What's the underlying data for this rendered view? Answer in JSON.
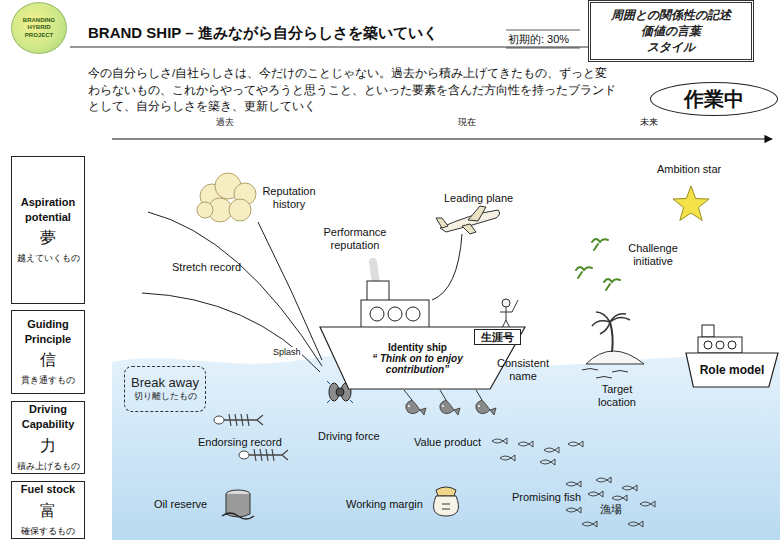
{
  "diagram": {
    "title": "BRAND SHIP – 進みながら自分らしさを築いていく",
    "nodes": [
      {
        "text": [
          "BRANDING HYBRID PROJECT"
        ]
      },
      {
        "text": [
          "周囲との関係性の記述 価値の言葉 スタイル"
        ]
      },
      {
        "text": [
          "作業中"
        ]
      },
      {
        "text": [
          "Aspiration potential",
          "夢",
          "越えていくもの"
        ]
      },
      {
        "text": [
          "Guiding Principle",
          "信",
          "貫き通すもの"
        ]
      },
      {
        "text": [
          "Driving Capability",
          "力",
          "積み上げるもの"
        ]
      },
      {
        "text": [
          "Fuel stock",
          "富",
          "確保するもの"
        ]
      },
      {
        "text": [
          "Identity ship",
          "“ Think on to enjoy contribution”"
        ]
      },
      {
        "text": [
          "生涯号"
        ],
        "in": 7
      },
      {
        "text": [
          "Break away",
          "切り離したもの"
        ]
      },
      {
        "text": [
          "Role model"
        ]
      }
    ],
    "labels": [
      "初期的: 30%",
      "今の自分らしさ/自社らしさは、今だけのことじゃない。過去から積み上げてきたもの、ずっと変わらないもの、これからやってやろうと思うこと、といった要素を含んだ方向性を持ったブランドとして、自分らしさを築き、更新していく",
      "過去",
      "現在",
      "未来",
      "Reputation history",
      "Stretch record",
      "Performance reputation",
      "Leading plane",
      "Ambition star",
      "Challenge initiative",
      "Splash",
      "Consistent name",
      "Target location",
      "Endorsing record",
      "Driving force",
      "Value product",
      "Oil reserve",
      "Working margin",
      "Promising fish",
      "漁場"
    ]
  }
}
